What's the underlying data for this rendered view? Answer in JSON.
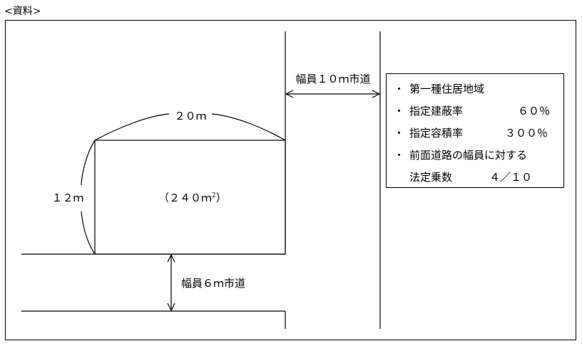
{
  "caption": "<資料>",
  "plot": {
    "width_label": "２０ｍ",
    "depth_label": "１２ｍ",
    "area_label": "（２４０ｍ",
    "area_sup": "2",
    "area_close": "）"
  },
  "roads": {
    "front_road_label": "幅員１０ｍ市道",
    "side_road_label": "幅員６ｍ市道"
  },
  "info": {
    "zone": "第一種住居地域",
    "coverage_label": "指定建蔽率",
    "coverage_value": "６０％",
    "far_label": "指定容積率",
    "far_value": "３００％",
    "road_factor_label": "前面道路の幅員に対する",
    "multiplier_label": "法定乗数",
    "multiplier_value": "４／１０",
    "bullet": "・"
  }
}
